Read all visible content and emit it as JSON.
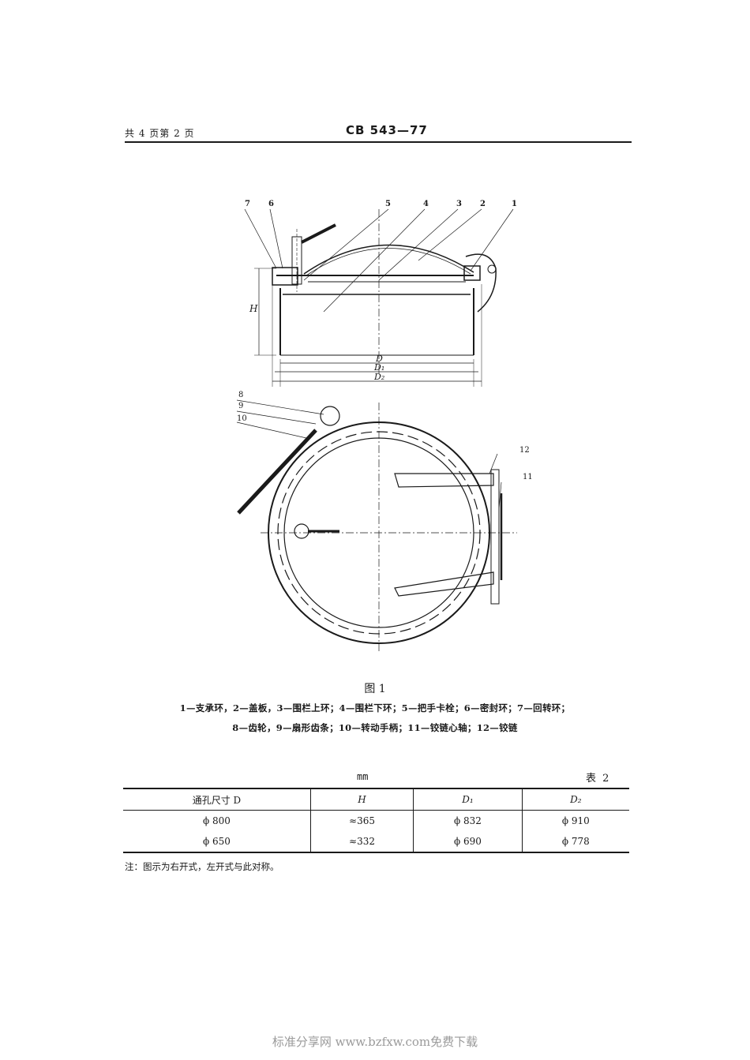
{
  "header": {
    "page_info": "共 4 页第 2 页",
    "standard_code": "CB 543—77"
  },
  "figure": {
    "callouts": [
      "7",
      "6",
      "5",
      "4",
      "3",
      "2",
      "1",
      "8",
      "9",
      "10",
      "12",
      "11"
    ],
    "dim_h": "H",
    "dim_d": "D",
    "dim_d1": "D₁",
    "dim_d2": "D₂",
    "caption": "图 1",
    "legend_line1": "1—支承环，2—盖板，3—围栏上环；4—围栏下环；5—把手卡栓；6—密封环；7—回转环；",
    "legend_line2": "8—齿轮，9—扇形齿条；10—转动手柄；11—铰链心轴；12—铰链"
  },
  "table": {
    "unit": "mm",
    "number": "表 2",
    "headers": [
      "通孔尺寸 D",
      "H",
      "D₁",
      "D₂"
    ],
    "rows": [
      [
        "ϕ 800",
        "≈365",
        "ϕ 832",
        "ϕ 910"
      ],
      [
        "ϕ 650",
        "≈332",
        "ϕ 690",
        "ϕ 778"
      ]
    ],
    "note": "注：图示为右开式，左开式与此对称。"
  },
  "footer": {
    "watermark": "标准分享网 www.bzfxw.com免费下载"
  }
}
